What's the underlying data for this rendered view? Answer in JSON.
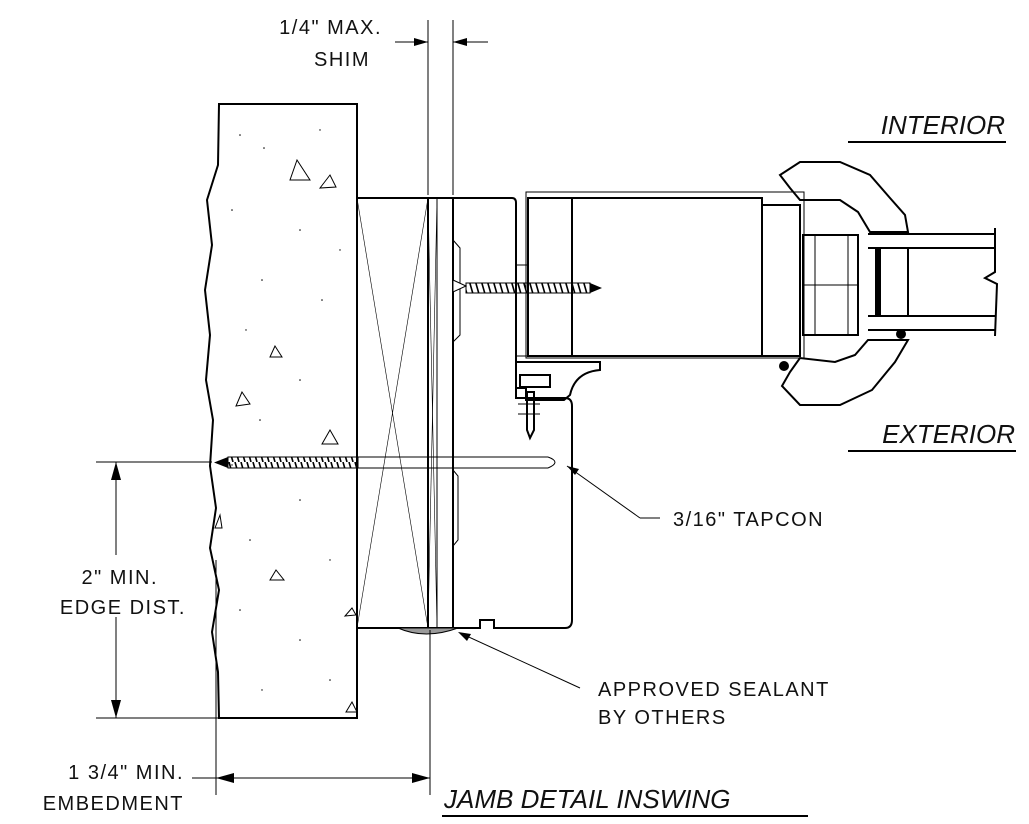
{
  "colors": {
    "ink": "#000000",
    "background": "#ffffff",
    "sealant": "#9a9a9a",
    "foam": "#e6e6e6"
  },
  "labels": {
    "shim_line1": "1/4\" MAX.",
    "shim_line2": "SHIM",
    "interior": "INTERIOR",
    "exterior": "EXTERIOR",
    "tapcon": "3/16\" TAPCON",
    "edge_line1": "2\" MIN.",
    "edge_line2": "EDGE DIST.",
    "sealant_line1": "APPROVED SEALANT",
    "sealant_line2": "BY OTHERS",
    "embed_line1": "1 3/4\" MIN.",
    "embed_line2": "EMBEDMENT",
    "title": "JAMB DETAIL INSWING"
  }
}
